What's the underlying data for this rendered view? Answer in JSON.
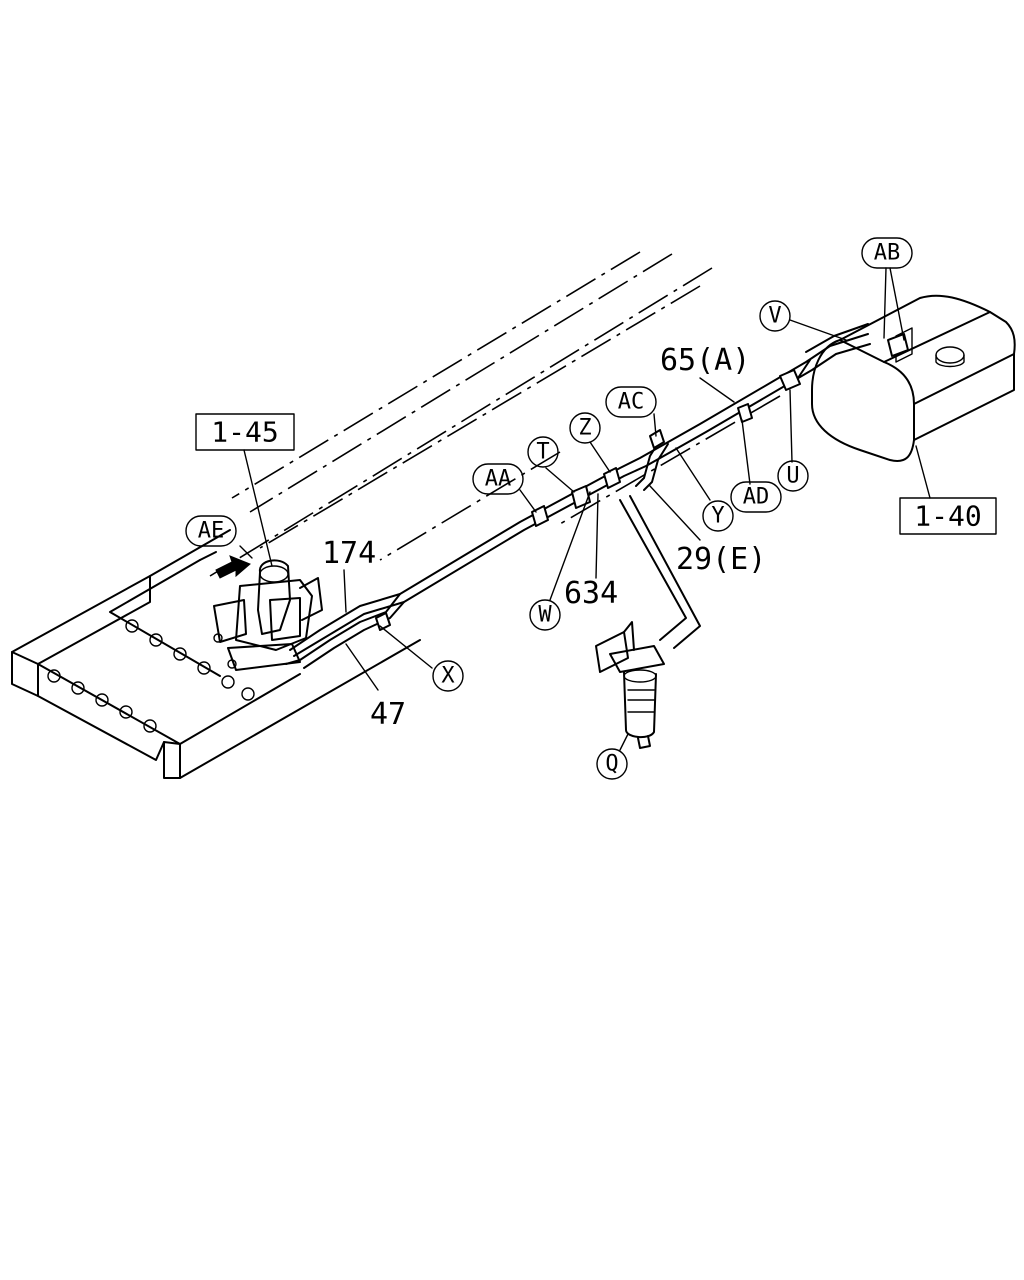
{
  "callouts": {
    "ab": "AB",
    "v": "V",
    "ac": "AC",
    "z": "Z",
    "t": "T",
    "aa": "AA",
    "ae": "AE",
    "u": "U",
    "ad": "AD",
    "y": "Y",
    "w": "W",
    "x": "X",
    "q": "Q"
  },
  "refs": {
    "ref_1_45": "1-45",
    "ref_1_40": "1-40"
  },
  "parts": {
    "p65a": "65(A)",
    "p174": "174",
    "p634": "634",
    "p29e": "29(E)",
    "p47": "47"
  }
}
